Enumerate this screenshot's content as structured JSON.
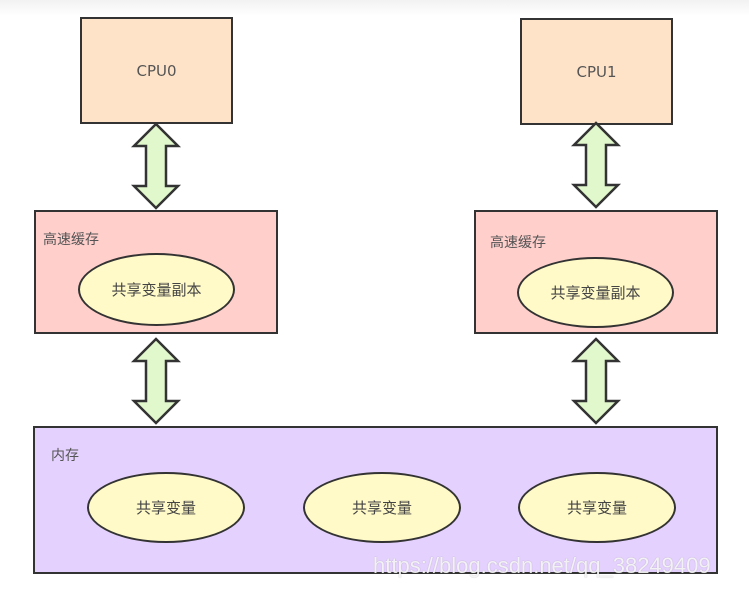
{
  "diagram": {
    "title": "CPU cache and main memory shared variable model",
    "cpus": [
      {
        "id": "cpu0",
        "label": "CPU0"
      },
      {
        "id": "cpu1",
        "label": "CPU1"
      }
    ],
    "caches": [
      {
        "label": "高速缓存",
        "item": "共享变量副本"
      },
      {
        "label": "高速缓存",
        "item": "共享变量副本"
      }
    ],
    "memory": {
      "label": "内存",
      "items": [
        "共享变量",
        "共享变量",
        "共享变量"
      ]
    },
    "connectors": [
      {
        "from": "CPU0",
        "to": "高速缓存 (left)",
        "type": "bidirectional"
      },
      {
        "from": "CPU1",
        "to": "高速缓存 (right)",
        "type": "bidirectional"
      },
      {
        "from": "高速缓存 (left)",
        "to": "内存",
        "type": "bidirectional"
      },
      {
        "from": "高速缓存 (right)",
        "to": "内存",
        "type": "bidirectional"
      }
    ],
    "colors": {
      "cpu_fill": "#ffe3c8",
      "cache_fill": "#ffcfcc",
      "memory_fill": "#e5d1fe",
      "variable_fill": "#fffac8",
      "arrow_fill": "#e1f7cc",
      "stroke": "#333333"
    }
  },
  "watermark": "https://blog.csdn.net/qq_38249409"
}
